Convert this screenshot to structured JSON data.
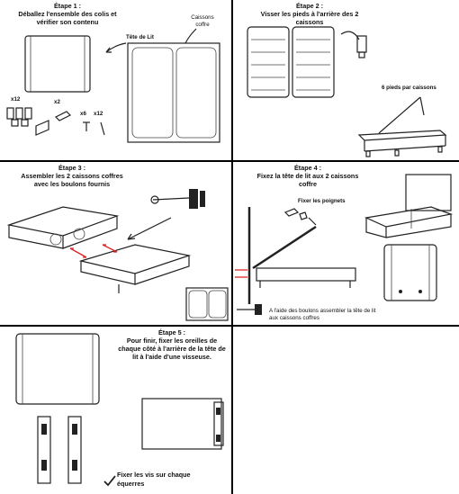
{
  "steps": [
    {
      "title": "Étape 1 :\nDéballez l'ensemble des colis et\nvérifier son contenu",
      "labels": {
        "headboard": "Tête de Lit",
        "boxes": "Caissons\ncoffre",
        "qty_feet": "x12",
        "qty_brackets": "x2",
        "qty_bolts": "x6",
        "qty_screws": "x12"
      }
    },
    {
      "title": "Étape 2 :\nVisser les pieds à l'arrière des 2\ncaissons",
      "labels": {
        "feet_per_box": "6 pieds par caissons"
      }
    },
    {
      "title": "Étape 3 :\nAssembler les 2 caissons coffres\navec les boulons fournis"
    },
    {
      "title": "Étape 4 :\nFixez la tête de lit aux 2 caissons\ncoffre",
      "labels": {
        "handles": "Fixer les poignets",
        "bolts_note": "A l'aide des boulons assembler la tête de lit\naux caissons coffres"
      }
    },
    {
      "title": "Étape 5 :\nPour finir, fixer les oreilles de\nchaque côté à l'arrière de la tête de\nlit à l'aide d'une visseuse.",
      "labels": {
        "screws_note": "Fixer les vis sur chaque\néquerres"
      }
    }
  ]
}
